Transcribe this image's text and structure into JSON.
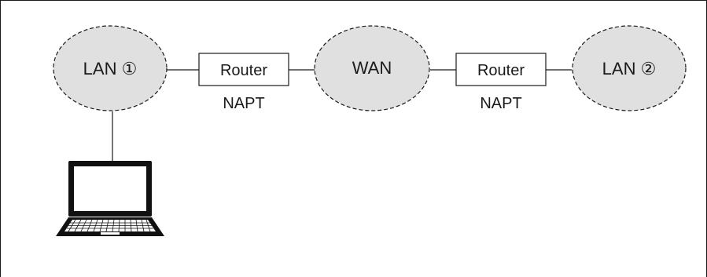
{
  "diagram": {
    "nodes": {
      "lan1": {
        "label": "LAN ①",
        "shape": "dashed-ellipse",
        "fill": "#e0e0e0"
      },
      "router1": {
        "label": "Router",
        "sublabel": "NAPT",
        "shape": "rectangle"
      },
      "wan": {
        "label": "WAN",
        "shape": "dashed-ellipse",
        "fill": "#e0e0e0"
      },
      "router2": {
        "label": "Router",
        "sublabel": "NAPT",
        "shape": "rectangle"
      },
      "lan2": {
        "label": "LAN ②",
        "shape": "dashed-ellipse",
        "fill": "#e0e0e0"
      },
      "laptop": {
        "icon": "laptop-icon"
      }
    },
    "edges": [
      {
        "from": "lan1",
        "to": "router1"
      },
      {
        "from": "router1",
        "to": "wan"
      },
      {
        "from": "wan",
        "to": "router2"
      },
      {
        "from": "router2",
        "to": "lan2"
      },
      {
        "from": "lan1",
        "to": "laptop"
      }
    ],
    "colors": {
      "stroke": "#1a1a1a",
      "cloud_fill": "#e0e0e0",
      "box_fill": "#ffffff"
    }
  }
}
